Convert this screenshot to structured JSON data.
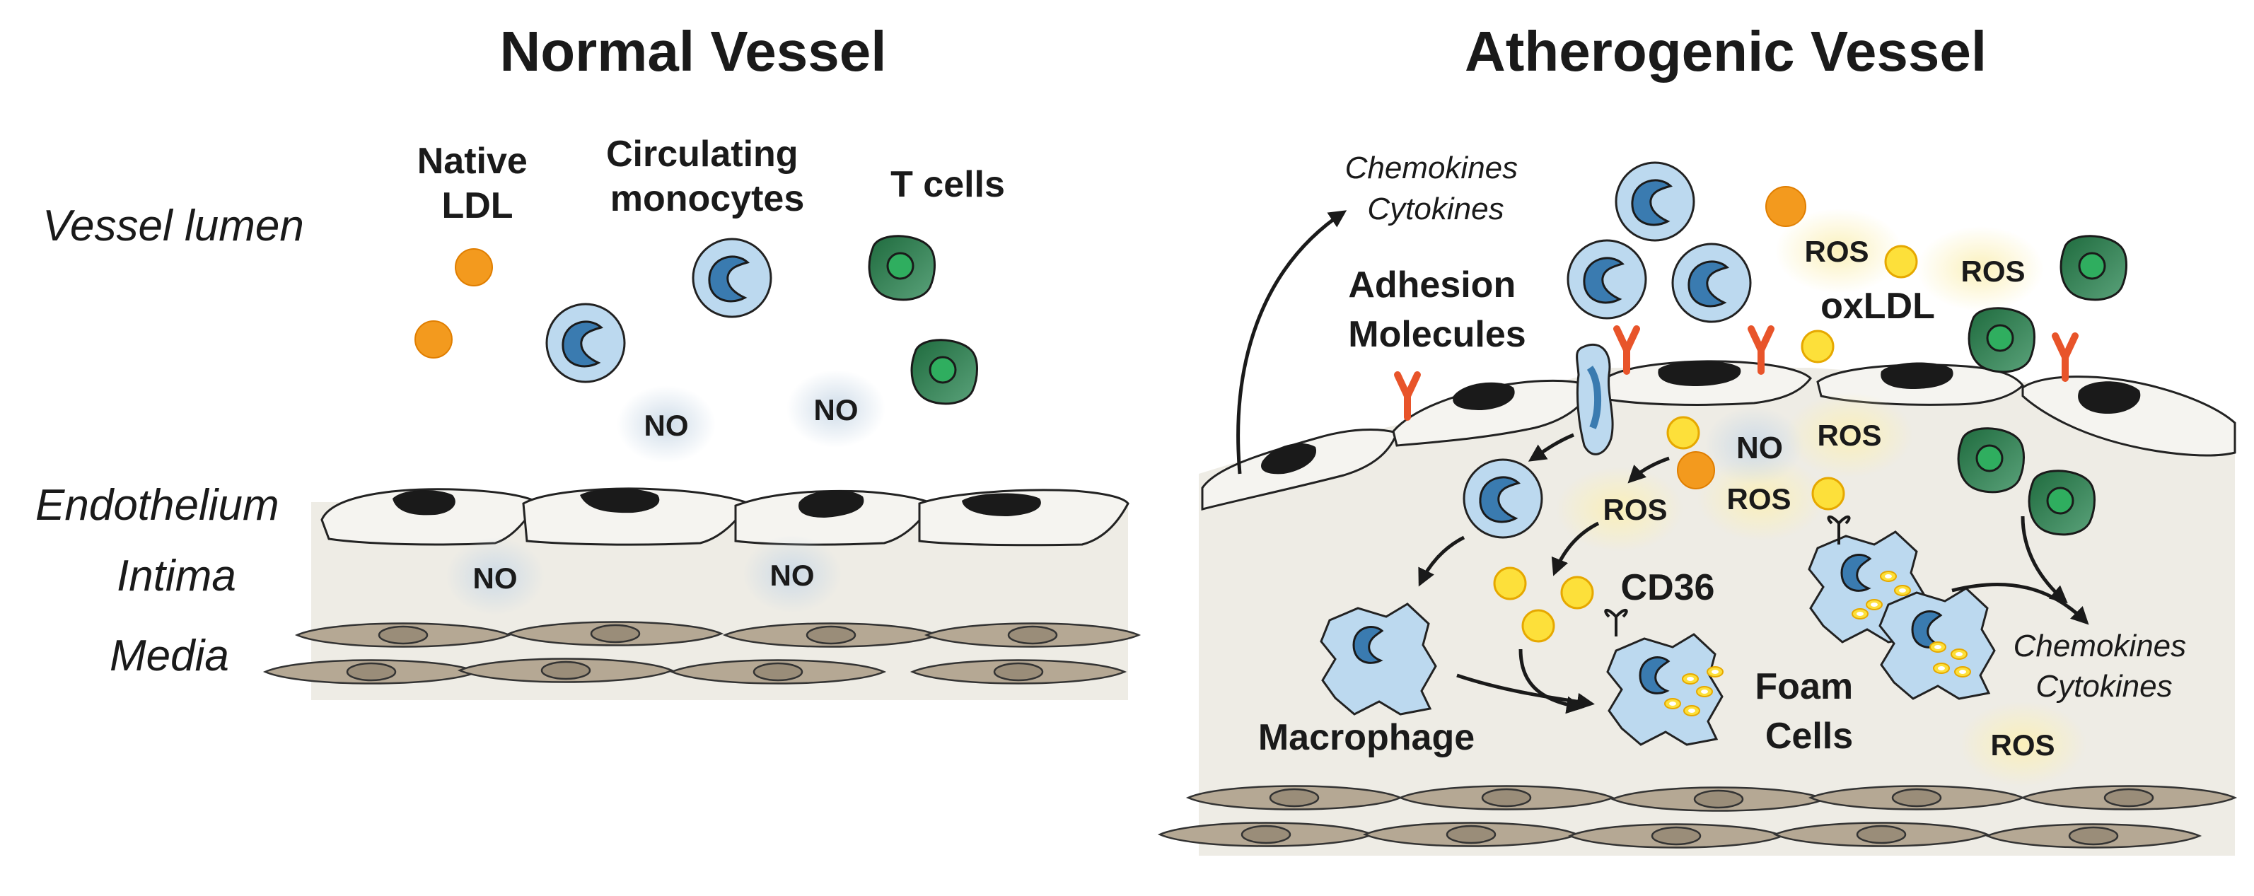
{
  "panels": {
    "normal": {
      "title": "Normal Vessel",
      "labels": {
        "native_ldl": [
          "Native",
          "LDL"
        ],
        "monocytes": [
          "Circulating",
          "monocytes"
        ],
        "t_cells": "T cells",
        "no": "NO"
      }
    },
    "atherogenic": {
      "title": "Atherogenic Vessel",
      "labels": {
        "chemokines_top": [
          "Chemokines",
          "Cytokines"
        ],
        "adhesion": [
          "Adhesion",
          "Molecules"
        ],
        "oxldl": "oxLDL",
        "ros": "ROS",
        "no": "NO",
        "cd36": "CD36",
        "macrophage": "Macrophage",
        "foam": [
          "Foam",
          "Cells"
        ],
        "chemokines_bottom": [
          "Chemokines",
          "Cytokines"
        ]
      }
    }
  },
  "layers": {
    "lumen": "Vessel lumen",
    "endothelium": "Endothelium",
    "intima": "Intima",
    "media": "Media"
  },
  "colors": {
    "ldl": "#f39a1e",
    "oxldl": "#fde03a",
    "monocyte": "#bcd9ef",
    "monocyte_nucleus": "#3a7bb0",
    "t_cell": "#2e7d4f",
    "adhesion_molecule": "#e8542a",
    "intima": "#eeece5",
    "smooth_muscle": "#b5a894"
  }
}
